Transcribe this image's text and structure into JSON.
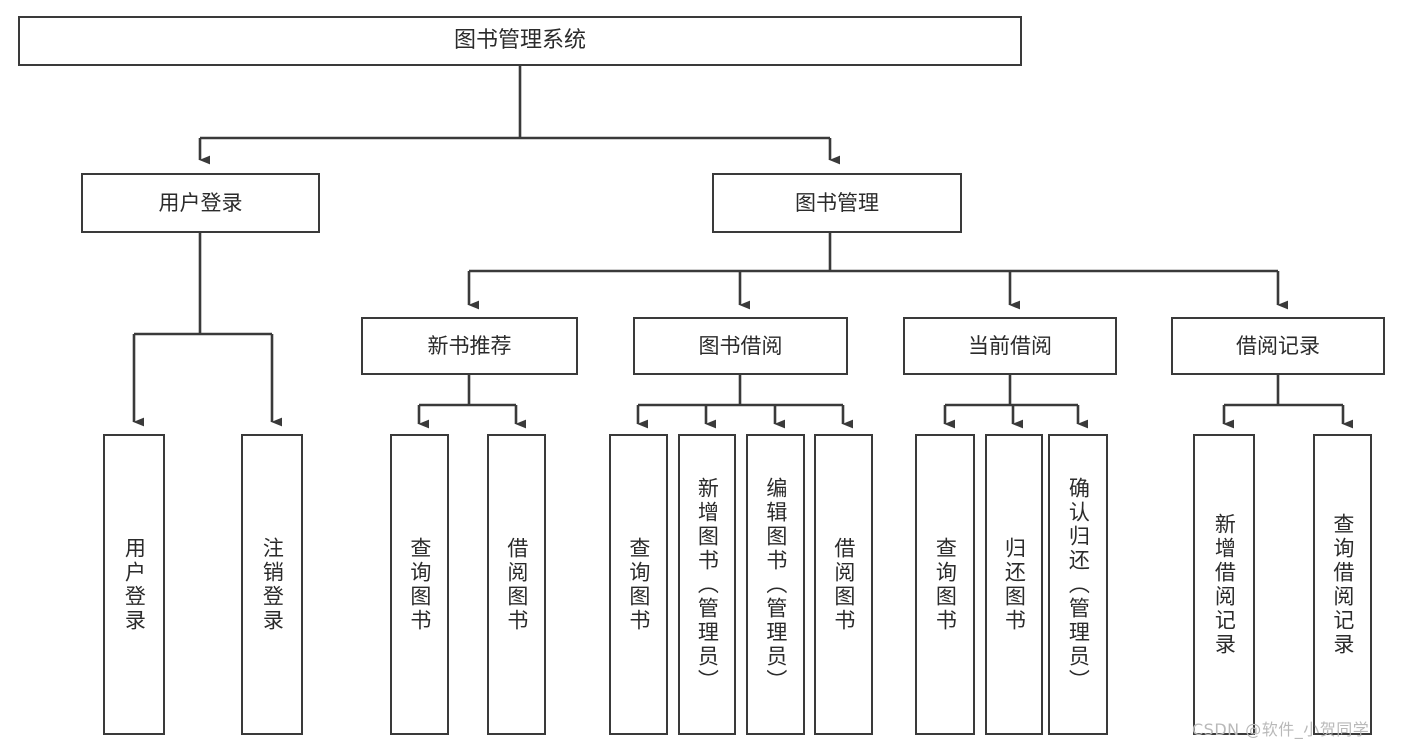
{
  "diagram": {
    "title": "图书管理系统",
    "type": "function-structure-tree",
    "watermark": "CSDN @软件_小贺同学",
    "colors": {
      "box_border": "#3a3a3a",
      "box_fill": "#ffffff",
      "edge": "#3a3a3a",
      "text": "#2b2b2b",
      "watermark": "#b9b9b9",
      "background": "#ffffff"
    },
    "levels": {
      "level0": "系统",
      "level1": "模块",
      "level2": "子模块",
      "level3": "功能"
    },
    "nodes": {
      "root": {
        "label": "图书管理系统"
      },
      "user_login": {
        "label": "用户登录"
      },
      "book_manage": {
        "label": "图书管理"
      },
      "new_book_rec": {
        "label": "新书推荐"
      },
      "book_borrow": {
        "label": "图书借阅"
      },
      "current_borrow": {
        "label": "当前借阅"
      },
      "borrow_record": {
        "label": "借阅记录"
      },
      "leaf_user_login": {
        "label": "用户登录"
      },
      "leaf_user_logout": {
        "label": "注销登录"
      },
      "leaf_rec_query": {
        "label": "查询图书"
      },
      "leaf_rec_borrow": {
        "label": "借阅图书"
      },
      "leaf_borrow_query": {
        "label": "查询图书"
      },
      "leaf_borrow_add": {
        "label": "新增图书（管理员）"
      },
      "leaf_borrow_edit": {
        "label": "编辑图书（管理员）"
      },
      "leaf_borrow_lend": {
        "label": "借阅图书"
      },
      "leaf_cur_query": {
        "label": "查询图书"
      },
      "leaf_cur_return": {
        "label": "归还图书"
      },
      "leaf_cur_confirm": {
        "label": "确认归还（管理员）"
      },
      "leaf_rec_add": {
        "label": "新增借阅记录"
      },
      "leaf_rec_search": {
        "label": "查询借阅记录"
      }
    },
    "tree": [
      {
        "label": "图书管理系统",
        "children": [
          {
            "label": "用户登录",
            "children": [
              {
                "label": "用户登录"
              },
              {
                "label": "注销登录"
              }
            ]
          },
          {
            "label": "图书管理",
            "children": [
              {
                "label": "新书推荐",
                "children": [
                  {
                    "label": "查询图书"
                  },
                  {
                    "label": "借阅图书"
                  }
                ]
              },
              {
                "label": "图书借阅",
                "children": [
                  {
                    "label": "查询图书"
                  },
                  {
                    "label": "新增图书（管理员）"
                  },
                  {
                    "label": "编辑图书（管理员）"
                  },
                  {
                    "label": "借阅图书"
                  }
                ]
              },
              {
                "label": "当前借阅",
                "children": [
                  {
                    "label": "查询图书"
                  },
                  {
                    "label": "归还图书"
                  },
                  {
                    "label": "确认归还（管理员）"
                  }
                ]
              },
              {
                "label": "借阅记录",
                "children": [
                  {
                    "label": "新增借阅记录"
                  },
                  {
                    "label": "查询借阅记录"
                  }
                ]
              }
            ]
          }
        ]
      }
    ]
  }
}
